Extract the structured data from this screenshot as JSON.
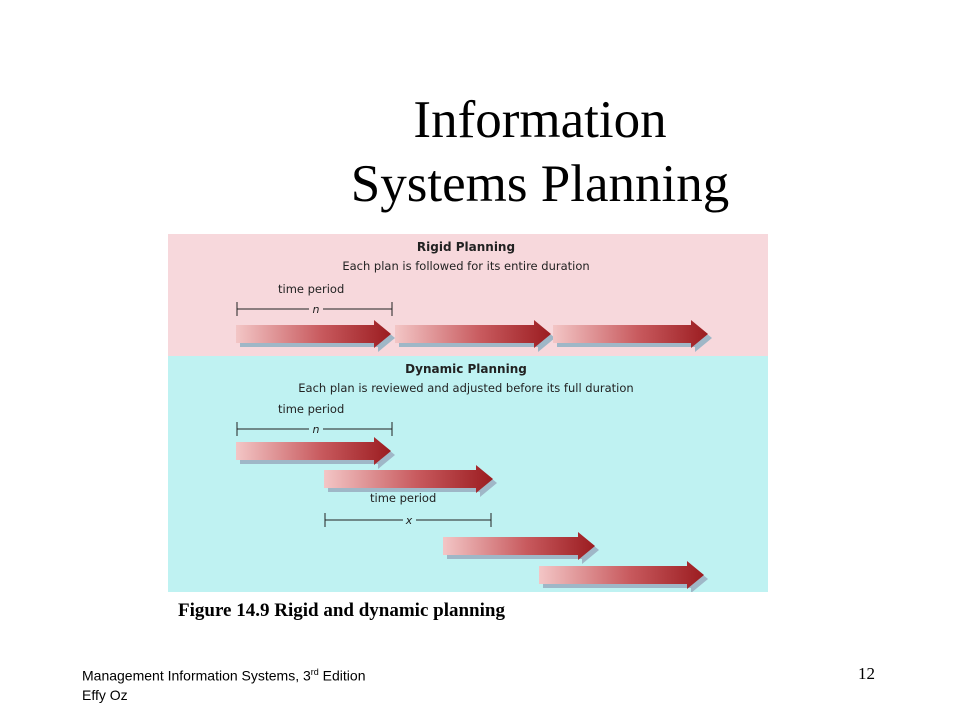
{
  "slide": {
    "title_line1": "Information",
    "title_line2": "Systems Planning",
    "caption": "Figure 14.9 Rigid and dynamic planning",
    "footer_prefix": "Management Information Systems, 3",
    "footer_sup": "rd",
    "footer_suffix": " Edition",
    "footer_author": "Effy Oz",
    "page_number": "12"
  },
  "diagram": {
    "rigid": {
      "heading": "Rigid Planning",
      "subtitle": "Each plan is followed for its entire duration",
      "period_label": "time period",
      "period_var": "n"
    },
    "dynamic": {
      "heading": "Dynamic Planning",
      "subtitle": "Each plan is reviewed and adjusted before its full duration",
      "period_label_1": "time period",
      "period_var_1": "n",
      "period_label_2": "time period",
      "period_var_2": "x"
    },
    "colors": {
      "rigid_bg": "#f7d8dc",
      "dynamic_bg": "#bff2f2",
      "arrow_dark": "#9b1c20",
      "arrow_light": "#f3c6c6",
      "arrow_shadow": "#9fb7c7"
    }
  }
}
